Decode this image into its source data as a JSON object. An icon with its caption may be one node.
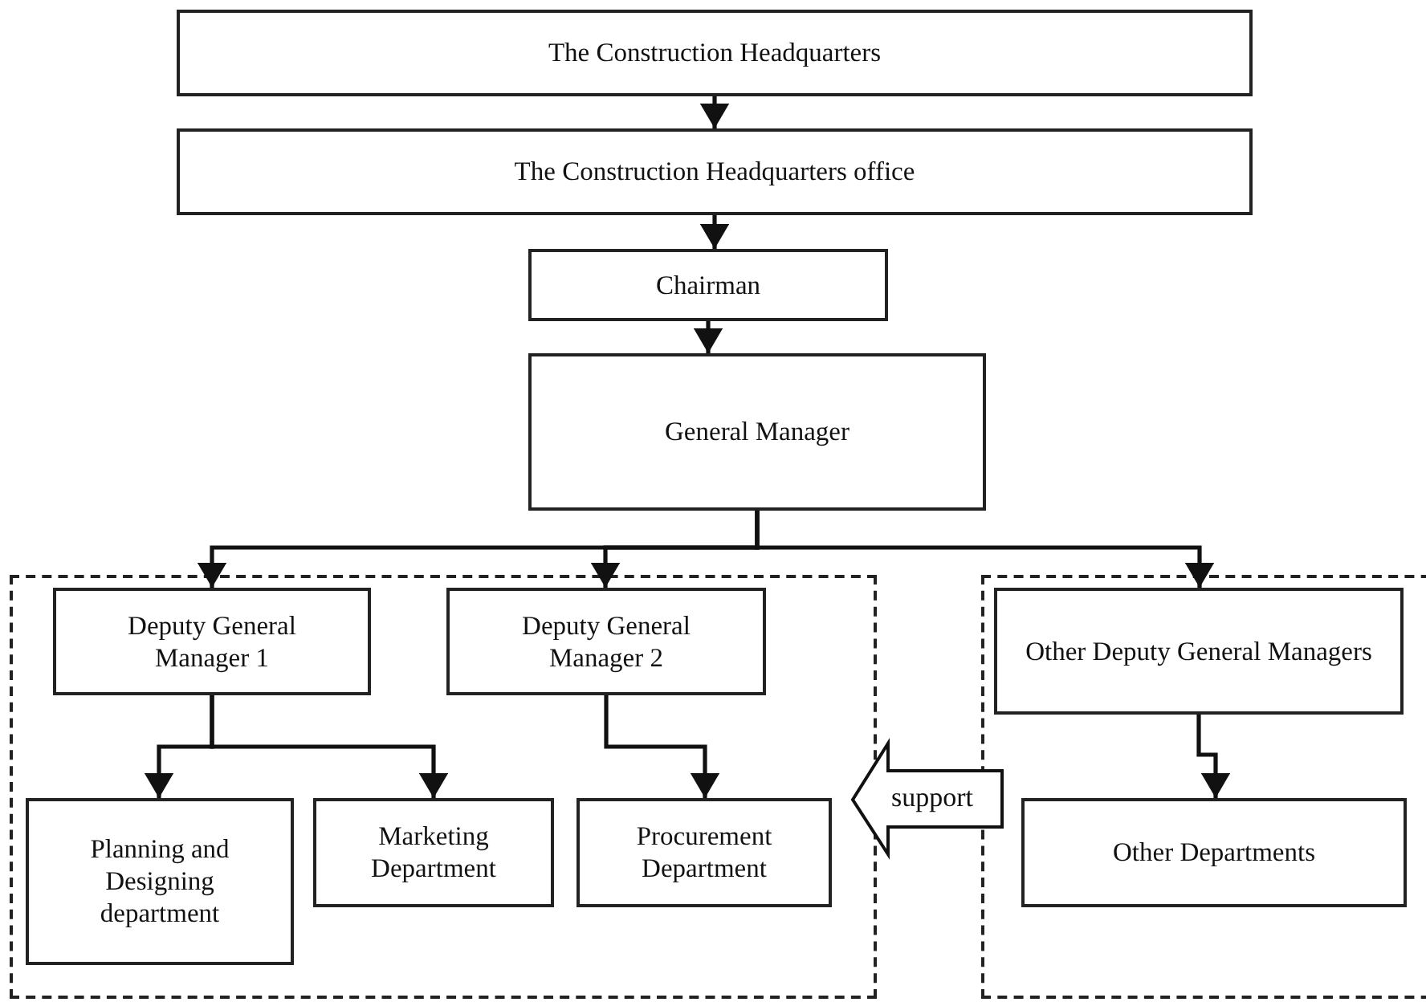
{
  "diagram": {
    "nodes": [
      {
        "text": [
          "The Construction Headquarters"
        ]
      },
      {
        "text": [
          "The Construction Headquarters office"
        ]
      },
      {
        "text": [
          "Chairman"
        ]
      },
      {
        "text": [
          "General Manager"
        ]
      },
      {
        "text": [],
        "shape": "box"
      },
      {
        "text": [
          "Deputy General Manager 1"
        ],
        "in": 4
      },
      {
        "text": [
          "Deputy General Manager 2"
        ],
        "in": 4
      },
      {
        "text": [
          "Planning and Designing department"
        ],
        "in": 4
      },
      {
        "text": [
          "Marketing Department"
        ],
        "in": 4
      },
      {
        "text": [
          "Procurement Department"
        ],
        "in": 4
      },
      {
        "text": [],
        "shape": "box"
      },
      {
        "text": [
          "Other Deputy General Managers"
        ],
        "in": 10
      },
      {
        "text": [
          "Other Departments"
        ],
        "in": 10
      }
    ],
    "edges": [
      {
        "from": 0,
        "to": 1,
        "arrow": "to"
      },
      {
        "from": 1,
        "to": 2,
        "arrow": "to"
      },
      {
        "from": 2,
        "to": 3,
        "arrow": "to"
      },
      {
        "from": 3,
        "to": 5,
        "arrow": "to"
      },
      {
        "from": 3,
        "to": 6,
        "arrow": "to"
      },
      {
        "from": 3,
        "to": 11,
        "arrow": "to"
      },
      {
        "from": 5,
        "to": 7,
        "arrow": "to"
      },
      {
        "from": 5,
        "to": 8,
        "arrow": "to"
      },
      {
        "from": 6,
        "to": 9,
        "arrow": "to"
      },
      {
        "from": 11,
        "to": 12,
        "arrow": "to"
      },
      {
        "from": 10,
        "to": 4,
        "arrow": "to",
        "label": "support",
        "style": "thick"
      }
    ]
  }
}
